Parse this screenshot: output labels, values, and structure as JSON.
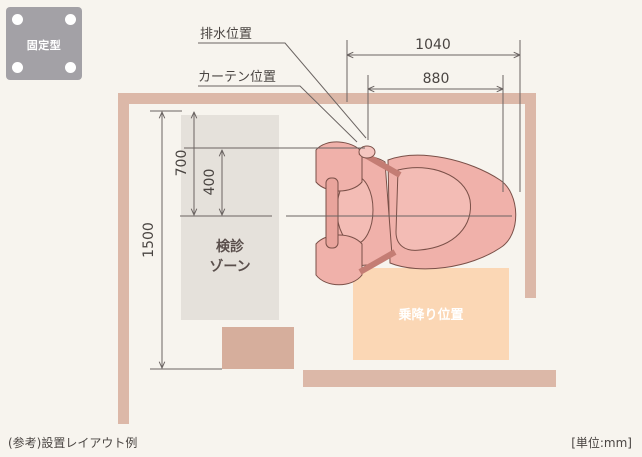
{
  "badge": {
    "label": "固定型"
  },
  "labels": {
    "drain_position": "排水位置",
    "curtain_position": "カーテン位置",
    "exam_zone_line1": "検診",
    "exam_zone_line2": "ゾーン",
    "boarding_position": "乗降り位置"
  },
  "dimensions": {
    "width_outer": "1040",
    "width_inner": "880",
    "height_total": "1500",
    "height_mid": "700",
    "height_small": "400"
  },
  "captions": {
    "left": "(参考)設置レイアウト例",
    "right": "[単位:mm]"
  },
  "colors": {
    "background": "#f7f4ee",
    "wall": "#dcb8a8",
    "exam_zone": "#e5e1db",
    "boarding_zone": "#fbd7b5",
    "chair": "#f0b1aa",
    "dimension_line": "#6b6462",
    "fixture_box": "#d6ae9c"
  }
}
